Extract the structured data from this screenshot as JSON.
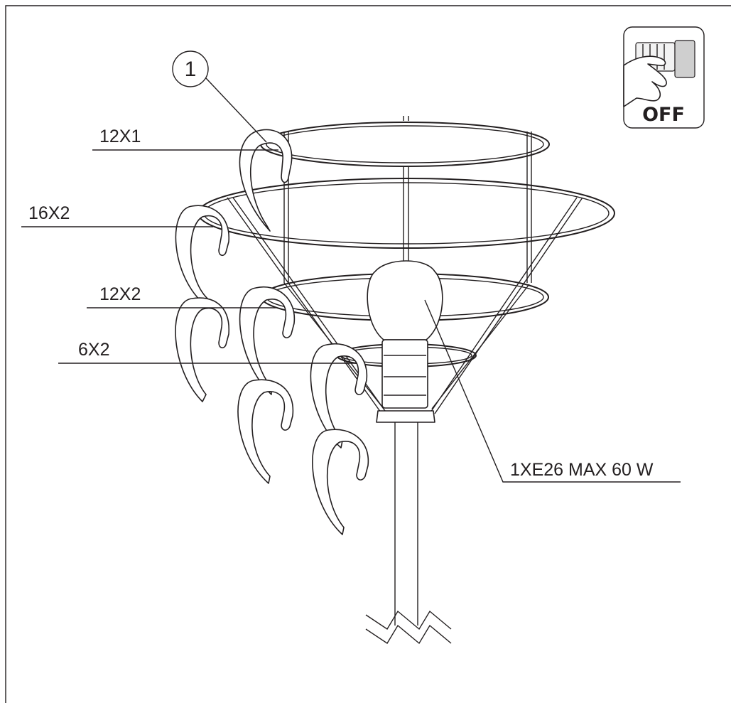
{
  "part_marker": "1",
  "labels": {
    "tier1": "12X1",
    "tier2": "16X2",
    "tier3": "12X2",
    "tier4": "6X2",
    "bulb": "1XE26 MAX 60 W"
  },
  "safety_icon": {
    "icon": "power-switch-hand-icon",
    "text": "OFF"
  }
}
